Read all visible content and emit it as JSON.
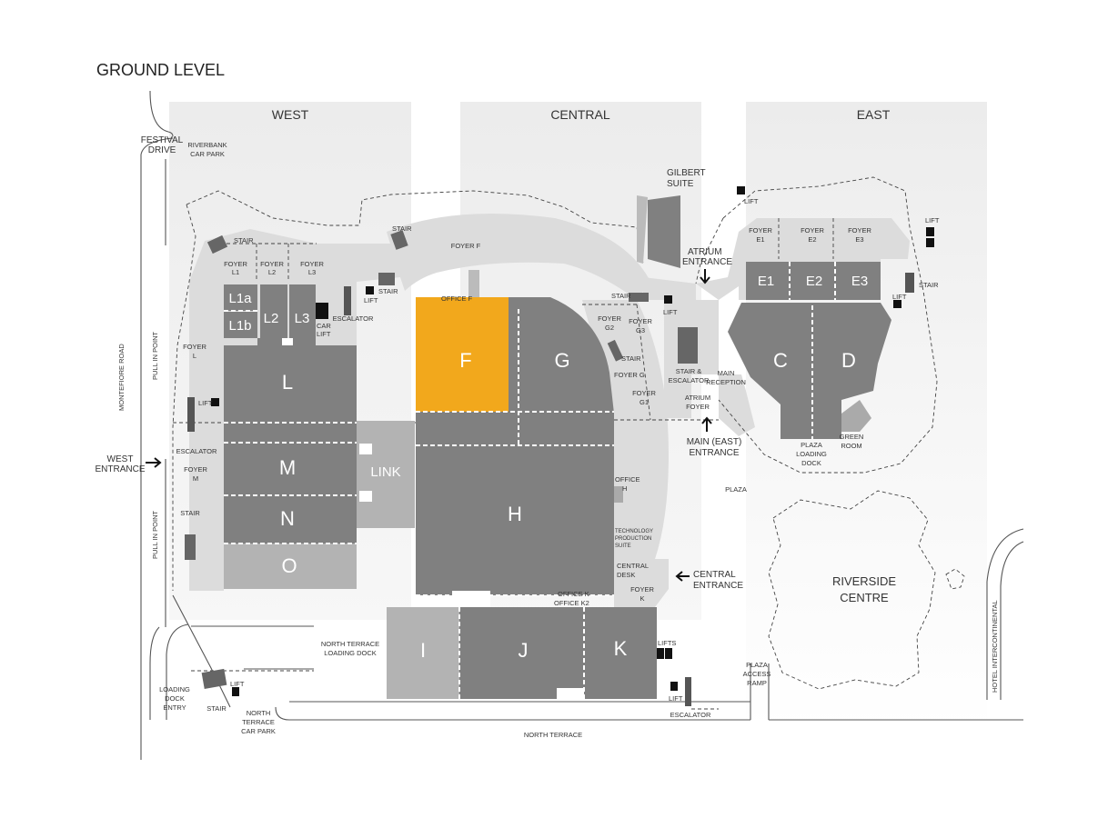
{
  "title": "GROUND LEVEL",
  "zones": {
    "west": "WEST",
    "central": "CENTRAL",
    "east": "EAST"
  },
  "colors": {
    "highlight": "#f2a81c",
    "room": "#808080",
    "room_light": "#b3b3b3",
    "foyer": "#dcdcdc",
    "zone_bg": "#f0f0f0"
  },
  "highlighted_room": "F",
  "rooms": {
    "L1a": "L1a",
    "L1b": "L1b",
    "L2": "L2",
    "L3": "L3",
    "L": "L",
    "M": "M",
    "N": "N",
    "O": "O",
    "LINK": "LINK",
    "F": "F",
    "G": "G",
    "H": "H",
    "I": "I",
    "J": "J",
    "K": "K",
    "E1": "E1",
    "E2": "E2",
    "E3": "E3",
    "C": "C",
    "D": "D"
  },
  "labels": {
    "festival_drive": [
      "FESTIVAL",
      "DRIVE"
    ],
    "riverbank_car_park": [
      "RIVERBANK",
      "CAR PARK"
    ],
    "montefiore_road": "MONTEFIORE ROAD",
    "pull_in_point": "PULL IN POINT",
    "stair": "STAIR",
    "lift": "LIFT",
    "lifts": "LIFTS",
    "escalator": "ESCALATOR",
    "car_lift": [
      "CAR",
      "LIFT"
    ],
    "foyer_l1": [
      "FOYER",
      "L1"
    ],
    "foyer_l2": [
      "FOYER",
      "L2"
    ],
    "foyer_l3": [
      "FOYER",
      "L3"
    ],
    "foyer_l": [
      "FOYER",
      "L"
    ],
    "foyer_m": [
      "FOYER",
      "M"
    ],
    "foyer_f": "FOYER F",
    "office_f": "OFFICE F",
    "foyer_g2": [
      "FOYER",
      "G2"
    ],
    "foyer_g3": [
      "FOYER",
      "G3"
    ],
    "foyer_g": "FOYER G",
    "foyer_g1": [
      "FOYER",
      "G1"
    ],
    "gilbert_suite": [
      "GILBERT",
      "SUITE"
    ],
    "atrium_entrance": [
      "ATRIUM",
      "ENTRANCE"
    ],
    "foyer_e1": [
      "FOYER",
      "E1"
    ],
    "foyer_e2": [
      "FOYER",
      "E2"
    ],
    "foyer_e3": [
      "FOYER",
      "E3"
    ],
    "stair_escalator": [
      "STAIR &",
      "ESCALATOR"
    ],
    "main_reception": [
      "MAIN",
      "RECEPTION"
    ],
    "atrium_foyer": [
      "ATRIUM",
      "FOYER"
    ],
    "main_east_entrance": [
      "MAIN (EAST)",
      "ENTRANCE"
    ],
    "plaza_loading_dock": [
      "PLAZA",
      "LOADING",
      "DOCK"
    ],
    "green_room": [
      "GREEN",
      "ROOM"
    ],
    "plaza": "PLAZA",
    "office_h": [
      "OFFICE",
      "H"
    ],
    "tech_suite": [
      "TECHNOLOGY",
      "PRODUCTION",
      "SUITE"
    ],
    "central_desk": [
      "CENTRAL",
      "DESK"
    ],
    "foyer_k": [
      "FOYER",
      "K"
    ],
    "office_k": "OFFICE K",
    "office_k2": "OFFICE K2",
    "central_entrance": [
      "CENTRAL",
      "ENTRANCE"
    ],
    "west_entrance": [
      "WEST",
      "ENTRANCE"
    ],
    "riverside_centre": [
      "RIVERSIDE",
      "CENTRE"
    ],
    "hotel_intercontinental": "HOTEL INTERCONTINENTAL",
    "north_terrace_loading_dock": [
      "NORTH TERRACE",
      "LOADING DOCK"
    ],
    "loading_dock_entry": [
      "LOADING",
      "DOCK",
      "ENTRY"
    ],
    "north_terrace_car_park": [
      "NORTH",
      "TERRACE",
      "CAR PARK"
    ],
    "north_terrace": "NORTH TERRACE",
    "plaza_access_ramp": [
      "PLAZA",
      "ACCESS",
      "RAMP"
    ]
  }
}
